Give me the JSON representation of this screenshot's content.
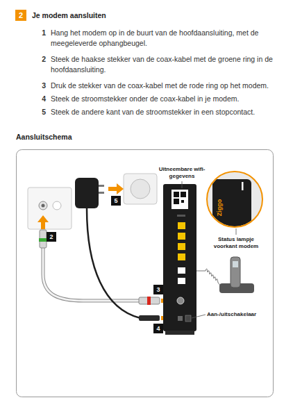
{
  "diagram": {
    "title": "Je modem aansluiten",
    "nodes": [
      {
        "text": [
          "2"
        ]
      }
    ],
    "labels": [
      "1",
      "Hang het modem op in de buurt van de hoofdaansluiting, met de meegeleverde ophangbeugel.",
      "2",
      "Steek de haakse stekker van de coax-kabel met de groene ring in de hoofdaansluiting.",
      "3",
      "Druk de stekker van de coax-kabel met de rode ring op het modem.",
      "4",
      "Steek de stroomstekker onder de coax-kabel in je modem.",
      "5",
      "Steek de andere kant van de stroomstekker in een stopcontact.",
      "Aansluitschema",
      "Uitneembare wifi-gegevens",
      "Ziggo",
      "Status lampje voorkant modem",
      "2",
      "5",
      "3",
      "4",
      "Aan-/uitschakelaar"
    ]
  }
}
